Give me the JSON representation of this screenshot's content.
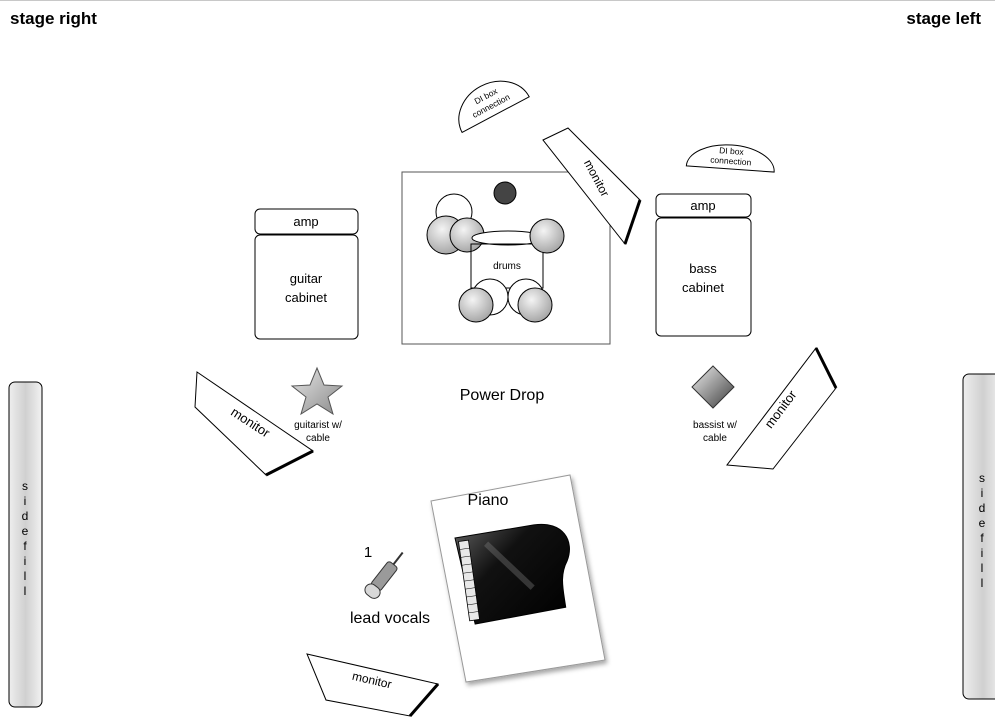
{
  "header": {
    "left": "stage right",
    "right": "stage left"
  },
  "labels": {
    "di_box_left_line1": "DI box",
    "di_box_left_line2": "connection",
    "di_box_right_line1": "DI box",
    "di_box_right_line2": "connection",
    "amp_left": "amp",
    "guitar_cabinet_line1": "guitar",
    "guitar_cabinet_line2": "cabinet",
    "amp_right": "amp",
    "bass_cabinet_line1": "bass",
    "bass_cabinet_line2": "cabinet",
    "drums": "drums",
    "monitor_top": "monitor",
    "monitor_left": "monitor",
    "monitor_right": "monitor",
    "monitor_bottom": "monitor",
    "guitarist_line1": "guitarist w/",
    "guitarist_line2": "cable",
    "bassist_line1": "bassist w/",
    "bassist_line2": "cable",
    "power_drop": "Power Drop",
    "piano": "Piano",
    "mic_number": "1",
    "lead_vocals": "lead vocals",
    "sidefill_left": [
      "s",
      "i",
      "d",
      "e",
      "f",
      "i",
      "l",
      "l"
    ],
    "sidefill_right": [
      "s",
      "i",
      "d",
      "e",
      "f",
      "i",
      "l",
      "l"
    ]
  },
  "colors": {
    "outline": "#000000",
    "drum_fill": "#c9c9c9",
    "kick_dark": "#4a4a4a",
    "sidefill_fill": "#dcdcdc",
    "piano_body": "#111111"
  },
  "icons": {
    "guitarist": "star-icon",
    "bassist": "diamond-icon",
    "vocal_mic": "microphone-icon",
    "piano": "grand-piano-icon"
  }
}
